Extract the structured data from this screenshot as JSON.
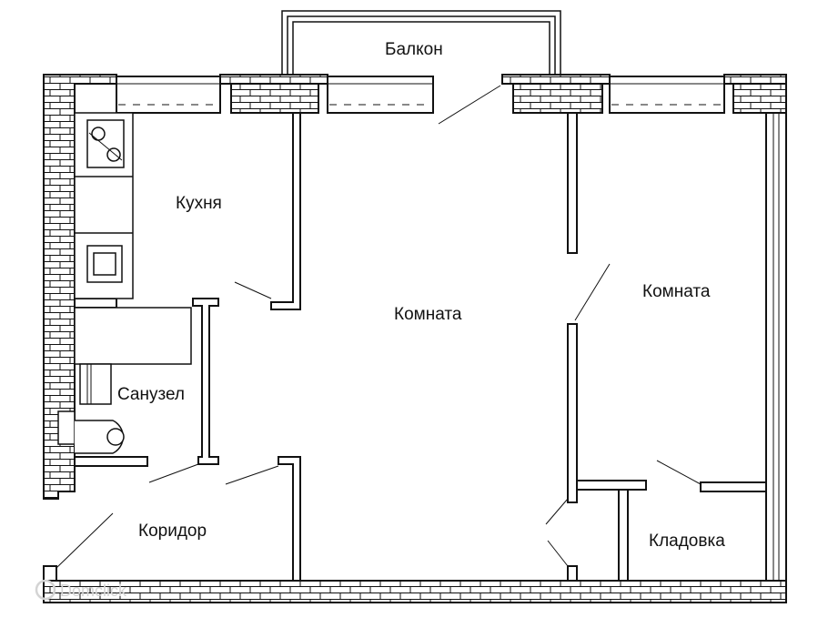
{
  "colors": {
    "wall": "#111111",
    "background": "#ffffff",
    "watermark": "#d4d4d4"
  },
  "rooms": [
    {
      "id": "balcony",
      "label": "Балкон"
    },
    {
      "id": "kitchen",
      "label": "Кухня"
    },
    {
      "id": "living-room-center",
      "label": "Комната"
    },
    {
      "id": "room-right",
      "label": "Комната"
    },
    {
      "id": "bathroom",
      "label": "Санузел"
    },
    {
      "id": "corridor",
      "label": "Коридор"
    },
    {
      "id": "storage",
      "label": "Кладовка"
    }
  ],
  "watermark": {
    "text": "Domclick",
    "icon": "domclick-logo-icon"
  }
}
